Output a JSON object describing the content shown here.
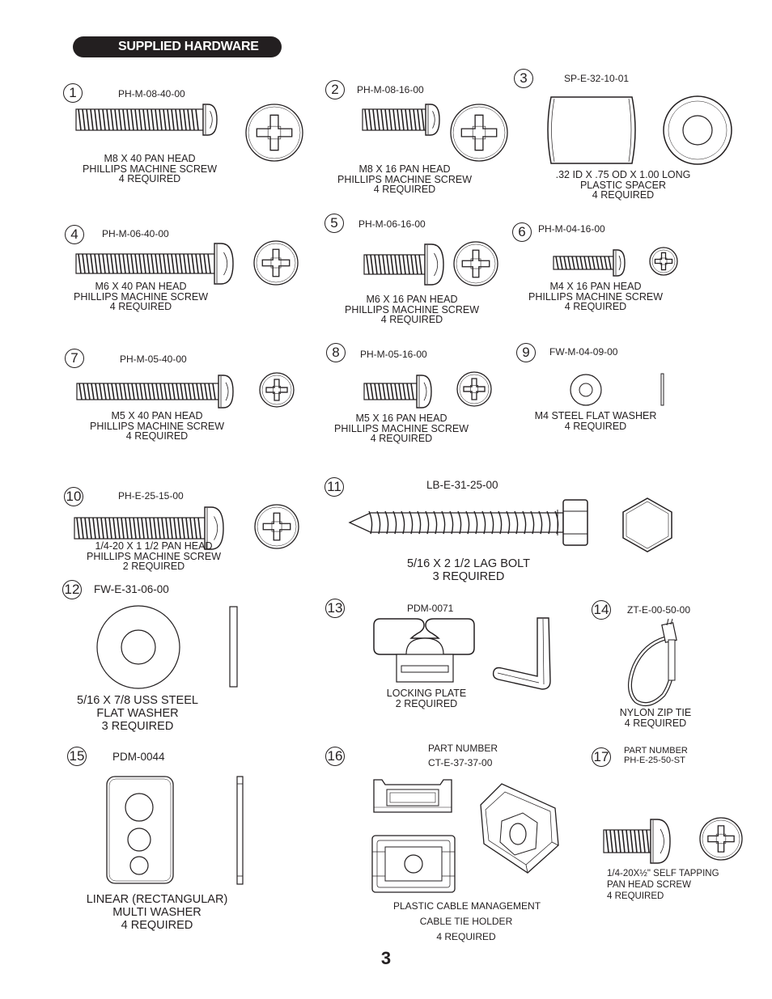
{
  "header": {
    "title": "SUPPLIED HARDWARE"
  },
  "page_number": "3",
  "items": [
    {
      "number": "1",
      "code": "PH-M-08-40-00",
      "desc": [
        "M8 X 40 PAN HEAD",
        "PHILLIPS MACHINE SCREW",
        "4 REQUIRED"
      ]
    },
    {
      "number": "2",
      "code": "PH-M-08-16-00",
      "desc": [
        "M8 X 16 PAN HEAD",
        "PHILLIPS MACHINE SCREW",
        "4 REQUIRED"
      ]
    },
    {
      "number": "3",
      "code": "SP-E-32-10-01",
      "desc": [
        ".32 ID X .75 OD X 1.00 LONG",
        "PLASTIC SPACER",
        "4 REQUIRED"
      ]
    },
    {
      "number": "4",
      "code": "PH-M-06-40-00",
      "desc": [
        "M6 X 40 PAN HEAD",
        "PHILLIPS MACHINE SCREW",
        "4 REQUIRED"
      ]
    },
    {
      "number": "5",
      "code": "PH-M-06-16-00",
      "desc": [
        "M6 X 16 PAN HEAD",
        "PHILLIPS MACHINE SCREW",
        "4 REQUIRED"
      ]
    },
    {
      "number": "6",
      "code": "PH-M-04-16-00",
      "desc": [
        "M4 X 16 PAN HEAD",
        "PHILLIPS MACHINE SCREW",
        "4 REQUIRED"
      ]
    },
    {
      "number": "7",
      "code": "PH-M-05-40-00",
      "desc": [
        "M5 X 40 PAN HEAD",
        "PHILLIPS MACHINE SCREW",
        "4 REQUIRED"
      ]
    },
    {
      "number": "8",
      "code": "PH-M-05-16-00",
      "desc": [
        "M5 X 16 PAN HEAD",
        "PHILLIPS MACHINE SCREW",
        "4 REQUIRED"
      ]
    },
    {
      "number": "9",
      "code": "FW-M-04-09-00",
      "desc": [
        "M4 STEEL FLAT WASHER",
        "4 REQUIRED"
      ]
    },
    {
      "number": "10",
      "code": "PH-E-25-15-00",
      "desc": [
        "1/4-20 X 1 1/2 PAN HEAD",
        "PHILLIPS MACHINE SCREW",
        "2 REQUIRED"
      ]
    },
    {
      "number": "11",
      "code": "LB-E-31-25-00",
      "desc": [
        "5/16 X 2 1/2 LAG BOLT",
        "3 REQUIRED"
      ]
    },
    {
      "number": "12",
      "code": "FW-E-31-06-00",
      "desc": [
        "5/16 X 7/8 USS STEEL",
        "FLAT WASHER",
        "3 REQUIRED"
      ]
    },
    {
      "number": "13",
      "code": "PDM-0071",
      "desc": [
        "LOCKING PLATE",
        "2 REQUIRED"
      ]
    },
    {
      "number": "14",
      "code": "ZT-E-00-50-00",
      "desc": [
        "NYLON ZIP TIE",
        "4 REQUIRED"
      ]
    },
    {
      "number": "15",
      "code": "PDM-0044",
      "desc": [
        "LINEAR (RECTANGULAR)",
        "MULTI WASHER",
        "4 REQUIRED"
      ]
    },
    {
      "number": "16",
      "code": [
        "PART NUMBER",
        "CT-E-37-37-00"
      ],
      "desc": [
        "PLASTIC CABLE MANAGEMENT",
        "CABLE TIE HOLDER",
        "4 REQUIRED"
      ]
    },
    {
      "number": "17",
      "code": [
        "PART NUMBER",
        "PH-E-25-50-ST"
      ],
      "desc": [
        "1/4-20X½\" SELF TAPPING",
        "PAN HEAD SCREW",
        "4 REQUIRED"
      ]
    }
  ]
}
